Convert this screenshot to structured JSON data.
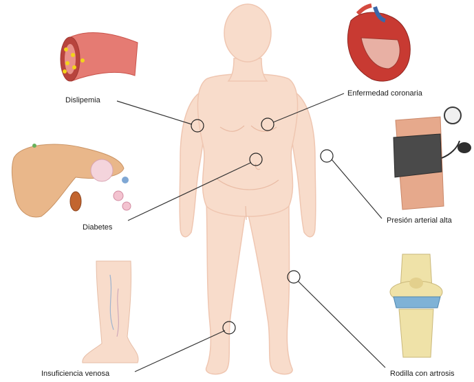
{
  "labels": {
    "dislipemia": "Dislipemia",
    "enfermedad_coronaria": "Enfermedad coronaria",
    "diabetes": "Diabetes",
    "presion_arterial_alta": "Presión arterial alta",
    "insuficiencia_venosa": "Insuficiencia venosa",
    "rodilla_con_artrosis": "Rodilla con artrosis"
  },
  "colors": {
    "skin": "#f8dccb",
    "skin_shadow": "#efc6b1",
    "leader_line": "#333333",
    "artery": "#e2645c",
    "plaque": "#f2d31b",
    "heart": "#c83a32",
    "pancreas": "#e9b78a",
    "cuff": "#4a4a4a",
    "knee_bone": "#efe2a8",
    "cartilage": "#7fb2d6"
  }
}
